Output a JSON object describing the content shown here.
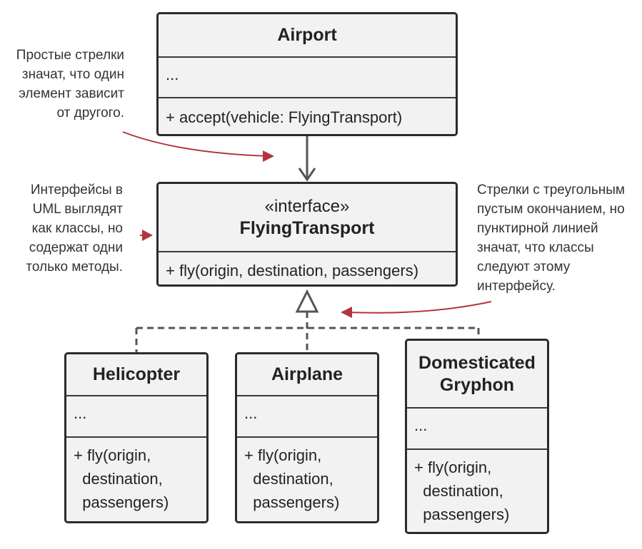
{
  "classes": {
    "airport": {
      "name": "Airport",
      "attributes": "...",
      "methods": "+ accept(vehicle: FlyingTransport)"
    },
    "flying_transport": {
      "stereotype": "«interface»",
      "name": "FlyingTransport",
      "methods": "+ fly(origin, destination, passengers)"
    },
    "helicopter": {
      "name": "Helicopter",
      "attributes": "...",
      "methods": "+ fly(origin,\n  destination,\n  passengers)"
    },
    "airplane": {
      "name": "Airplane",
      "attributes": "...",
      "methods": "+ fly(origin,\n  destination,\n  passengers)"
    },
    "gryphon": {
      "name": "Domesticated\nGryphon",
      "attributes": "...",
      "methods": "+ fly(origin,\n  destination,\n  passengers)"
    }
  },
  "notes": {
    "dependency": "Простые стрелки\nзначат, что один\nэлемент зависит\nот другого.",
    "interface": "Интерфейсы в\nUML выглядят\nкак классы, но\nсодержат одни\nтолько методы.",
    "realization": "Стрелки с треугольным\nпустым окончанием, но\nпунктирной линией\nзначат, что классы\nследуют этому\nинтерфейсу."
  },
  "colors": {
    "note_arrow": "#b3343d",
    "box_fill": "#f2f2f2",
    "box_border": "#2b2b2b",
    "connector": "#555555"
  }
}
